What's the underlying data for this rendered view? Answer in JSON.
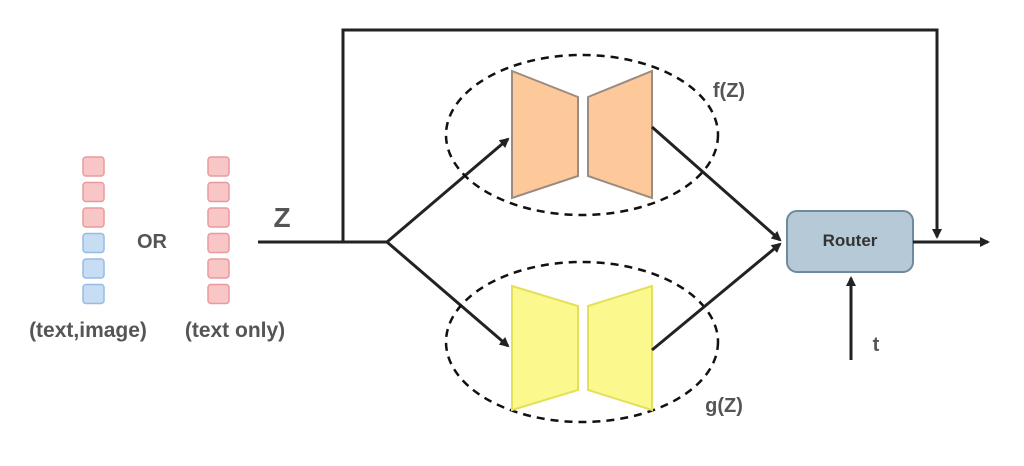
{
  "labels": {
    "or": "OR",
    "pair_text_image": "(text,image)",
    "text_only": "(text only)",
    "z": "Z",
    "f": "f(Z)",
    "g": "g(Z)",
    "router": "Router",
    "t": "t"
  },
  "colors": {
    "text_token_fill": "#F9C6C7",
    "text_token_stroke": "#E99A9C",
    "image_token_fill": "#C6DDF4",
    "image_token_stroke": "#97BCE3",
    "f_block_fill": "#FDC89A",
    "f_block_stroke": "#9C8C80",
    "g_block_fill": "#FBF98E",
    "g_block_stroke": "#E4E05A",
    "router_fill": "#B6C9D6",
    "router_stroke": "#6F8A9C",
    "line": "#222222",
    "label_text": "#555555"
  },
  "token_columns": [
    {
      "name": "text-image",
      "tokens": [
        "text",
        "text",
        "text",
        "image",
        "image",
        "image"
      ]
    },
    {
      "name": "text-only",
      "tokens": [
        "text",
        "text",
        "text",
        "text",
        "text",
        "text"
      ]
    }
  ]
}
